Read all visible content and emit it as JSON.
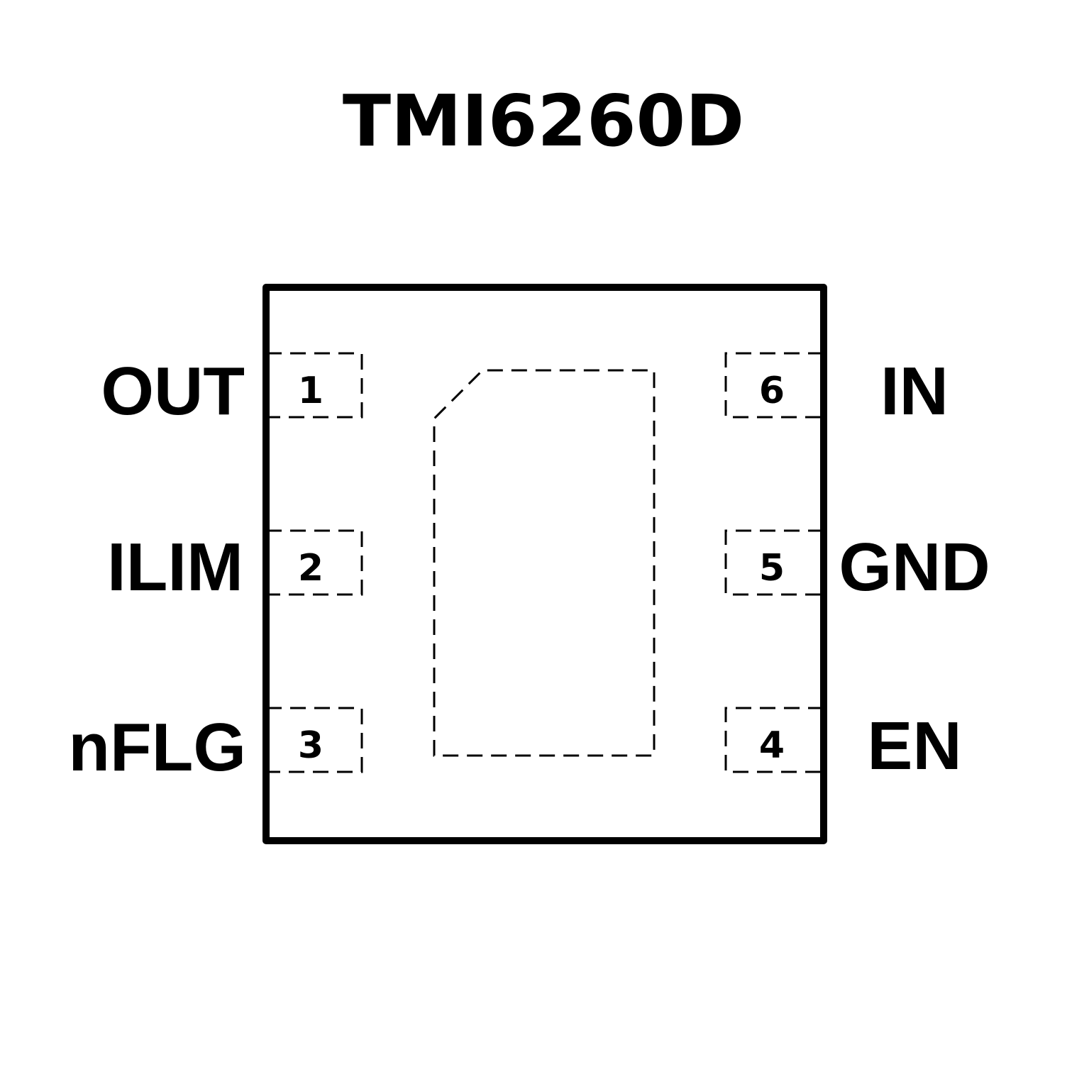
{
  "title": "TMI6260D",
  "colors": {
    "stroke": "#000000",
    "background": "#ffffff"
  },
  "pins": {
    "left": [
      {
        "number": "1",
        "name": "OUT"
      },
      {
        "number": "2",
        "name": "ILIM"
      },
      {
        "number": "3",
        "name": "nFLG"
      }
    ],
    "right": [
      {
        "number": "6",
        "name": "IN"
      },
      {
        "number": "5",
        "name": "GND"
      },
      {
        "number": "4",
        "name": "EN"
      }
    ]
  }
}
